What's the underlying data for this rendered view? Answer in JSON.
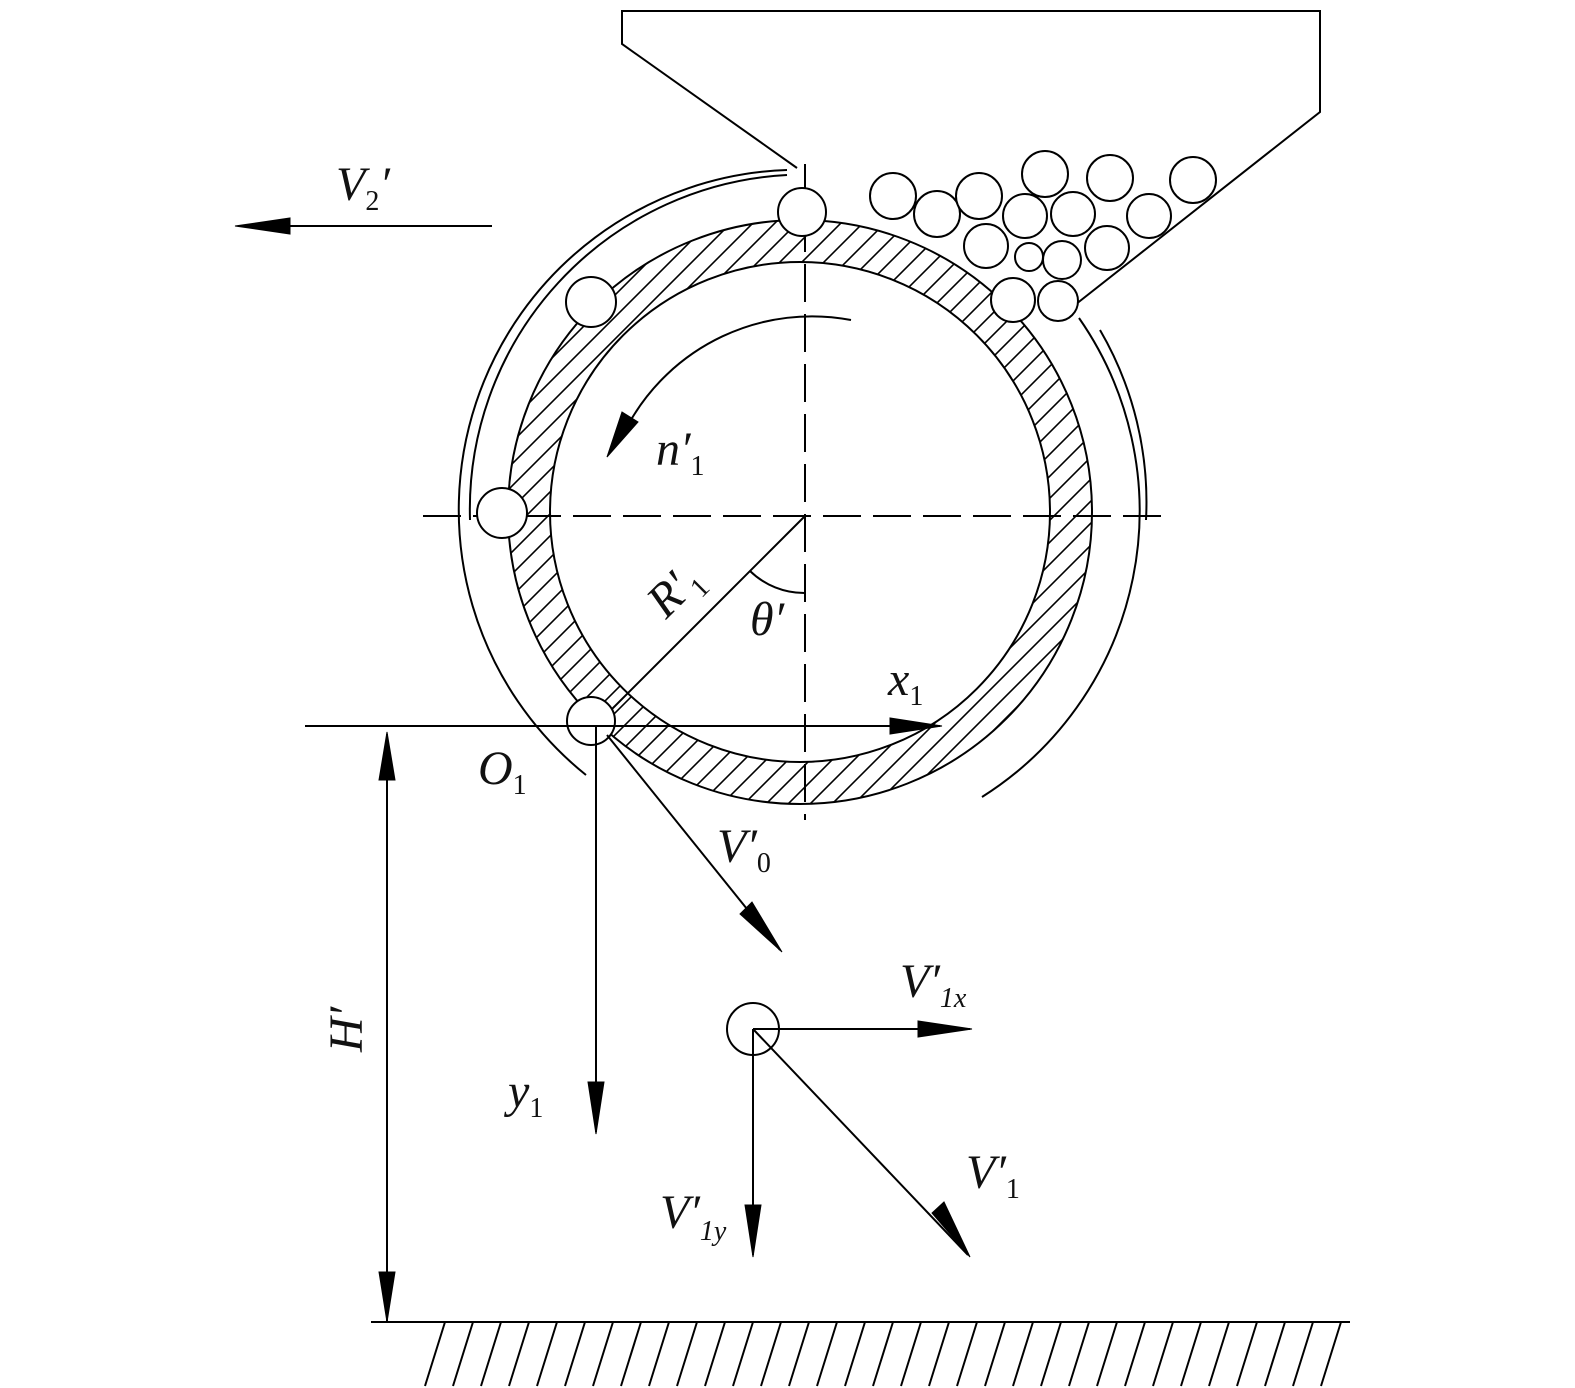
{
  "labels": {
    "v2": {
      "main": "V",
      "sub": "2",
      "prime": "′"
    },
    "n1": {
      "main": "n′",
      "sub": "1"
    },
    "r1": {
      "main": "R′",
      "sub": "1"
    },
    "theta": {
      "main": "θ′"
    },
    "x1": {
      "main": "x",
      "sub": "1"
    },
    "o1": {
      "main": "O",
      "sub": "1"
    },
    "v0": {
      "main": "V′",
      "sub": "0"
    },
    "v1x": {
      "main": "V′",
      "sub": "1x"
    },
    "y1": {
      "main": "y",
      "sub": "1"
    },
    "h": {
      "main": "H′"
    },
    "v1": {
      "main": "V′",
      "sub": "1"
    },
    "v1y": {
      "main": "V′",
      "sub": "1y"
    }
  },
  "colors": {
    "stroke": "#000000",
    "background": "#ffffff"
  }
}
